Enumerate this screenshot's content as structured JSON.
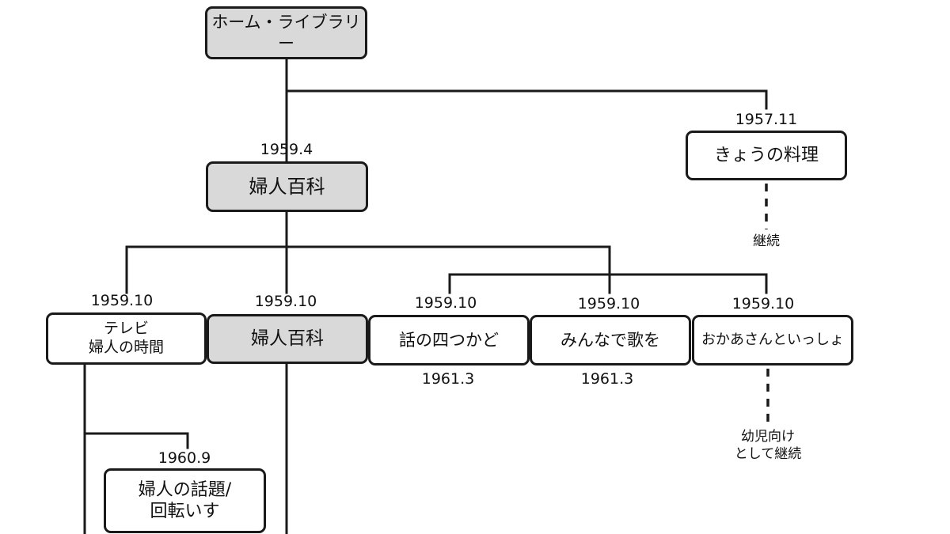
{
  "nodes": {
    "home_library": "ホーム・ライブラリー",
    "fujin_hyakka_main": "婦人百科",
    "kyou_no_ryouri": "きょうの料理",
    "tv_fujin_no_jikan": "テレビ\n婦人の時間",
    "fujin_hyakka_2": "婦人百科",
    "hanashi_no_yotsukado": "話の四つかど",
    "minna_de_uta": "みんなで歌を",
    "okaasan_to_issho": "おかあさんといっしょ",
    "fujin_no_wadai": "婦人の話題/\n回転いす"
  },
  "dates": {
    "fujin_hyakka_main": "1959.4",
    "kyou_no_ryouri": "1957.11",
    "tv_fujin_no_jikan": "1959.10",
    "fujin_hyakka_2": "1959.10",
    "hanashi_no_yotsukado": "1959.10",
    "minna_de_uta": "1959.10",
    "okaasan_to_issho": "1959.10",
    "fujin_no_wadai": "1960.9",
    "hanashi_end": "1961.3",
    "minna_end": "1961.3"
  },
  "notes": {
    "kyou_continued": "継続",
    "okaasan_continued": "幼児向け\nとして継続"
  }
}
